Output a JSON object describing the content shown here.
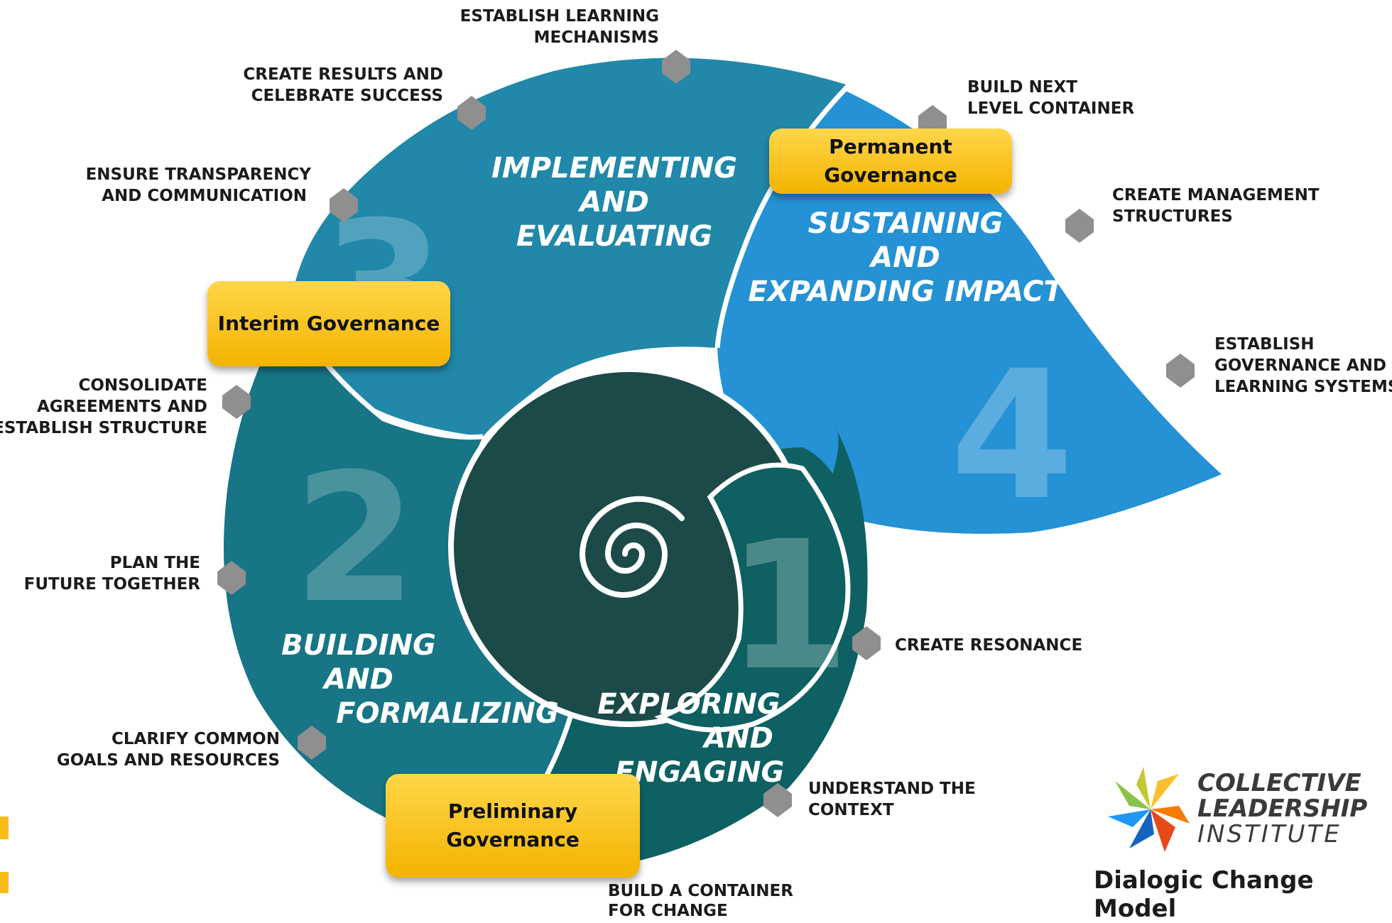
{
  "stages": [
    {
      "number": "1",
      "title_lines": [
        "EXPLORING",
        "AND",
        "ENGAGING"
      ]
    },
    {
      "number": "2",
      "title_lines": [
        "BUILDING",
        "AND",
        "FORMALIZING"
      ]
    },
    {
      "number": "3",
      "title_lines": [
        "IMPLEMENTING",
        "AND",
        "EVALUATING"
      ]
    },
    {
      "number": "4",
      "title_lines": [
        "SUSTAINING",
        "AND",
        "EXPANDING IMPACT"
      ]
    }
  ],
  "steps": [
    {
      "lines": [
        "ESTABLISH LEARNING",
        "MECHANISMS"
      ]
    },
    {
      "lines": [
        "CREATE RESULTS AND",
        "CELEBRATE SUCCESS"
      ]
    },
    {
      "lines": [
        "ENSURE TRANSPARENCY",
        "AND COMMUNICATION"
      ]
    },
    {
      "lines": [
        "CONSOLIDATE",
        "AGREEMENTS AND",
        "ESTABLISH STRUCTURE"
      ]
    },
    {
      "lines": [
        "PLAN THE",
        "FUTURE TOGETHER"
      ]
    },
    {
      "lines": [
        "CLARIFY COMMON",
        "GOALS AND RESOURCES"
      ]
    },
    {
      "lines": [
        "BUILD A CONTAINER",
        "FOR CHANGE"
      ]
    },
    {
      "lines": [
        "UNDERSTAND THE",
        "CONTEXT"
      ]
    },
    {
      "lines": [
        "CREATE RESONANCE"
      ]
    },
    {
      "lines": [
        "BUILD NEXT",
        "LEVEL CONTAINER"
      ]
    },
    {
      "lines": [
        "CREATE MANAGEMENT",
        "STRUCTURES"
      ]
    },
    {
      "lines": [
        "ESTABLISH",
        "GOVERNANCE AND",
        "LEARNING SYSTEMS"
      ]
    }
  ],
  "governance": {
    "permanent": [
      "Permanent",
      "Governance"
    ],
    "interim": [
      "Interim Governance"
    ],
    "preliminary": [
      "Preliminary",
      "Governance"
    ]
  },
  "logo": {
    "line1": "COLLECTIVE",
    "line2": "LEADERSHIP",
    "line3": "INSTITUTE"
  },
  "caption": "Dialogic Change Model",
  "colors": {
    "stage1": "#0e6062",
    "stage2": "#177585",
    "stage3": "#2188a9",
    "stage4": "#2492d4",
    "core": "#1c4a49",
    "connector": "#8f8f8f",
    "accent": "#f6bd16"
  }
}
